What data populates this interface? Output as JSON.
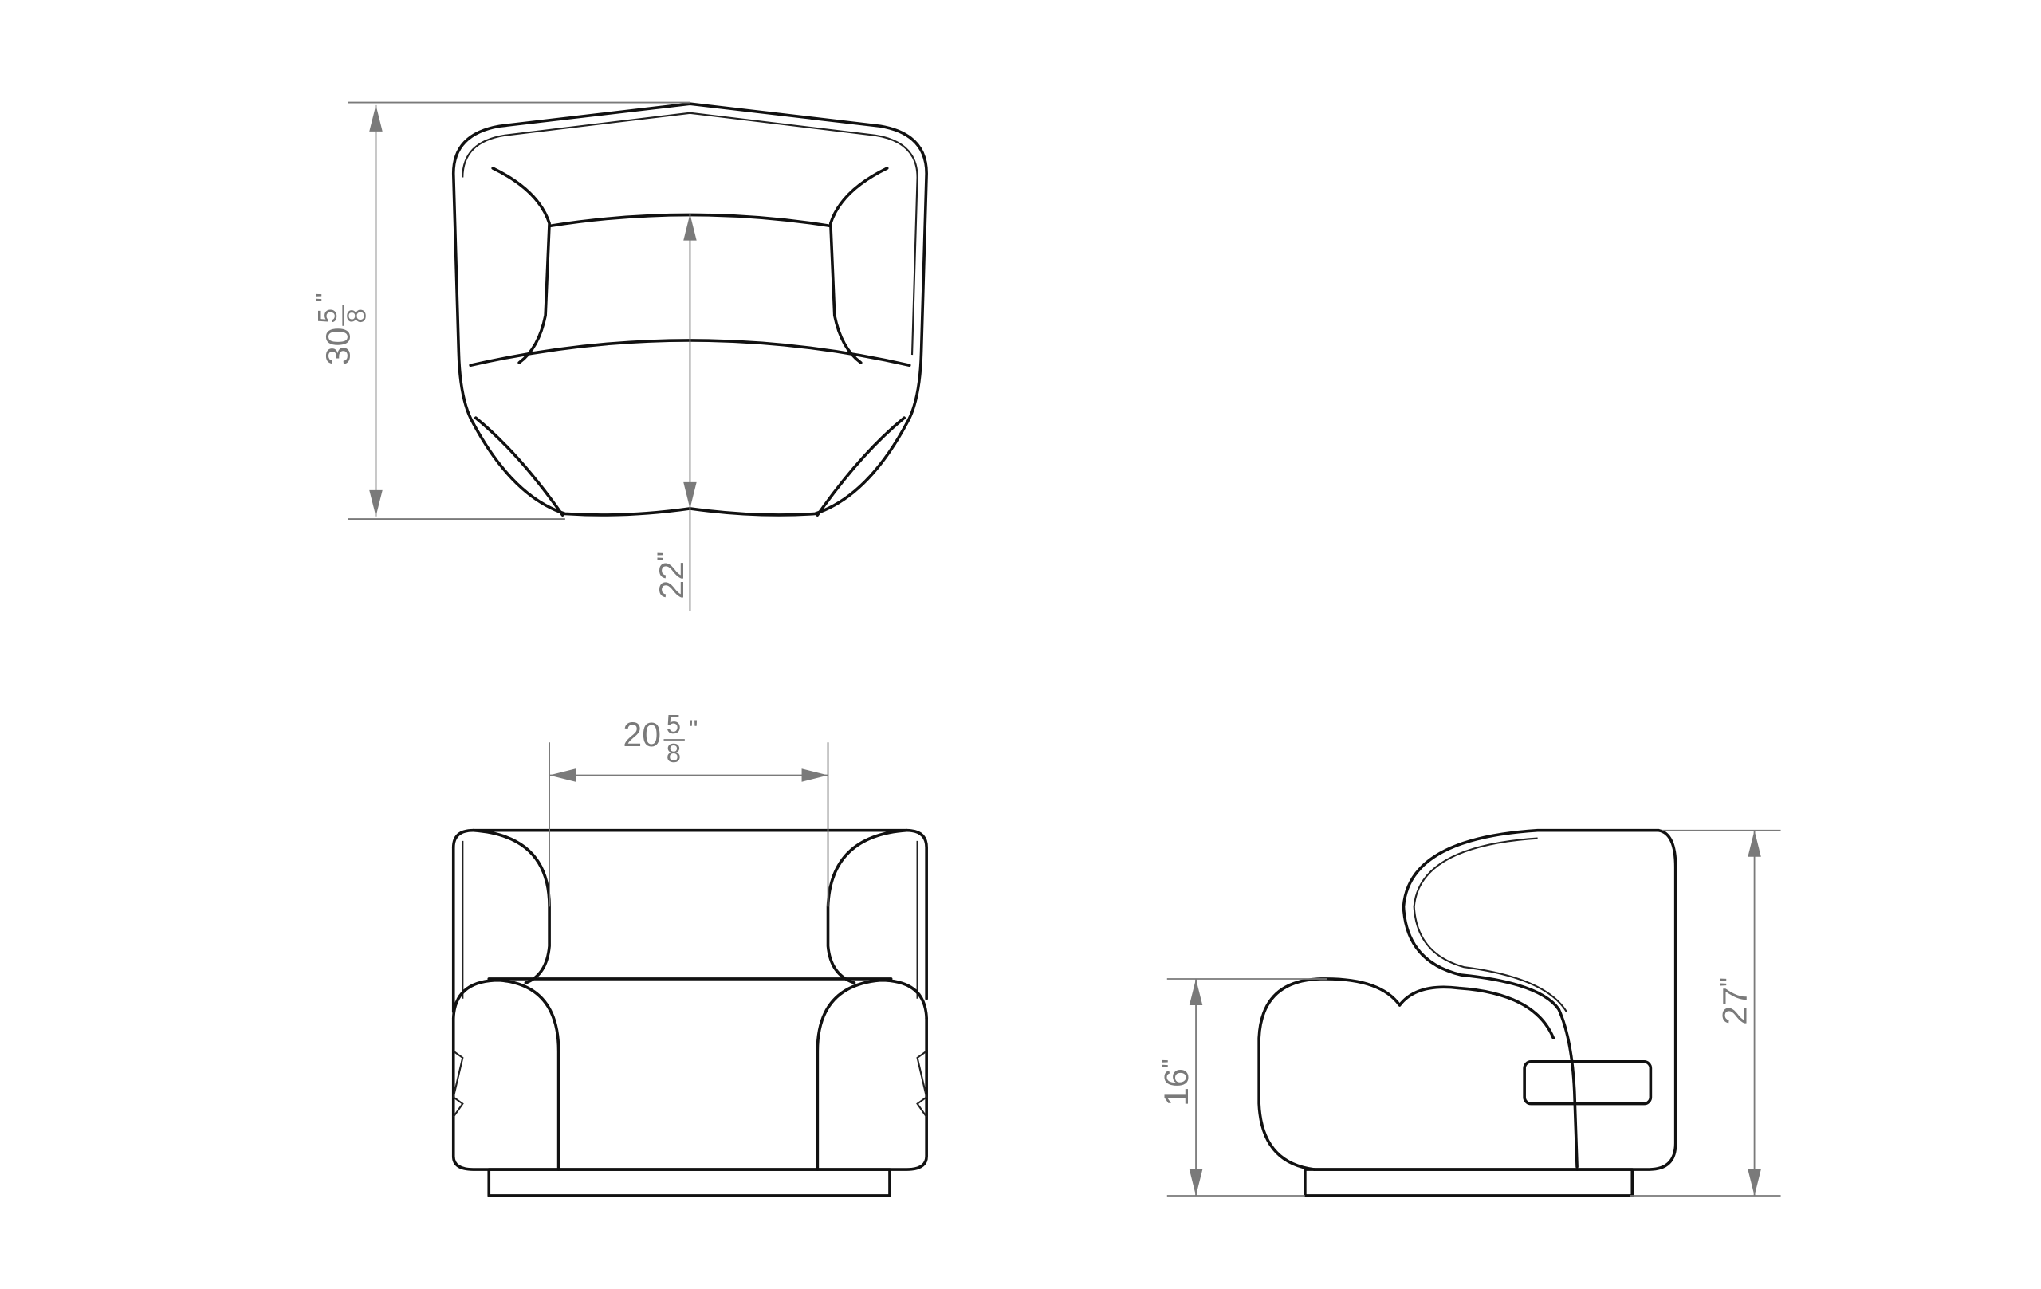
{
  "drawing": {
    "views": [
      "top-view",
      "front-view",
      "side-view"
    ],
    "dimensions": {
      "depth": {
        "whole": "30",
        "numerator": "5",
        "denominator": "8",
        "unit": "\""
      },
      "seat_depth": {
        "whole": "22",
        "unit": "\""
      },
      "seat_width": {
        "whole": "20",
        "numerator": "5",
        "denominator": "8",
        "unit": "\""
      },
      "seat_height": {
        "whole": "16",
        "unit": "\""
      },
      "overall_height": {
        "whole": "27",
        "unit": "\""
      }
    },
    "colors": {
      "outline": "#111111",
      "dimension": "#7a7a7a"
    }
  }
}
